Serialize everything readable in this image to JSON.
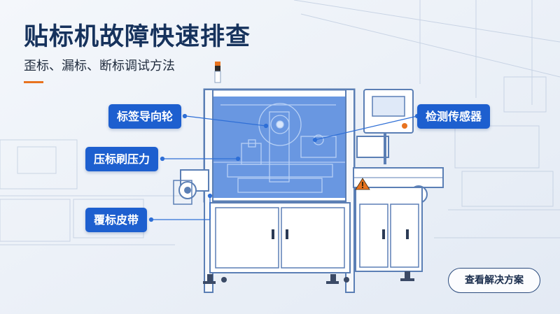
{
  "header": {
    "title": "贴标机故障快速排查",
    "subtitle": "歪标、漏标、断标调试方法"
  },
  "callouts": [
    {
      "label": "标签导向轮"
    },
    {
      "label": "检测传感器"
    },
    {
      "label": "压标刷压力"
    },
    {
      "label": "覆标皮带"
    }
  ],
  "cta": {
    "label": "查看解决方案"
  },
  "colors": {
    "accent": "#e8731f",
    "callout_bg": "#1d5fcf",
    "machine_blue": "#2f6fd6",
    "outline": "#5b7fb5",
    "title": "#16325c"
  },
  "icons": [
    "warning-icon",
    "control-panel-screen"
  ]
}
